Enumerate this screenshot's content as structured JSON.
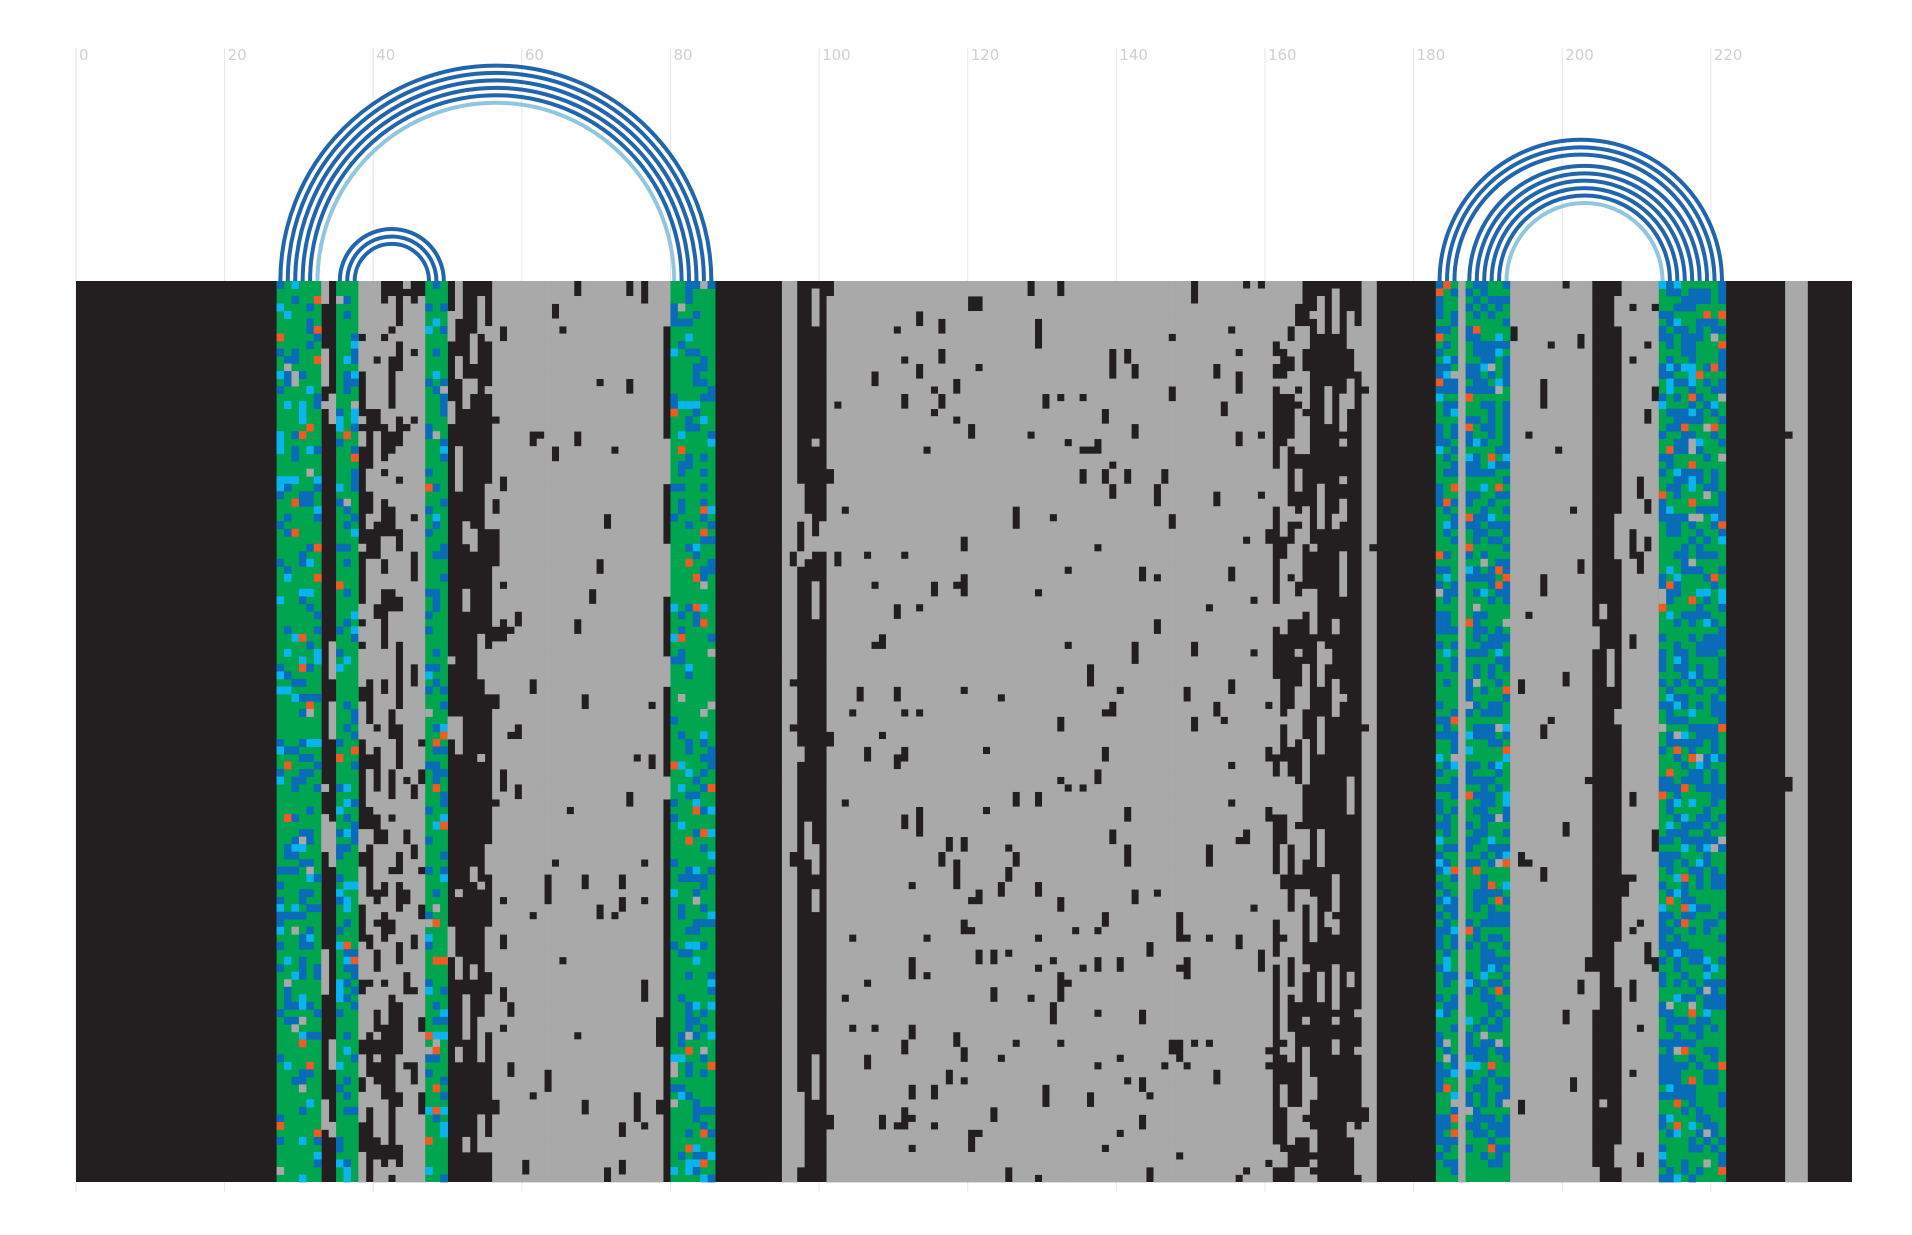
{
  "chart_data": {
    "type": "heatmap",
    "title": "",
    "xlabel": "",
    "ylabel": "",
    "xlim": [
      0,
      239
    ],
    "x_ticks": [
      0,
      20,
      40,
      60,
      80,
      100,
      120,
      140,
      160,
      180,
      200,
      220
    ],
    "x_tick_labels": [
      "0",
      "20",
      "40",
      "60",
      "80",
      "100",
      "120",
      "140",
      "160",
      "180",
      "200",
      "220"
    ],
    "grid": true,
    "colors": {
      "background": "#231f20",
      "gap": "#a9a9a9",
      "paired_base": "#00a550",
      "variant_a": "#0a6bb8",
      "variant_b": "#0ab4ef",
      "mismatch": "#f15a22",
      "arc_dark": "#2166ac",
      "arc_light": "#92c5de",
      "grid": "#e6e6e6",
      "tick_text": "#d0d0d0"
    },
    "arcs": [
      {
        "i": 27,
        "j": 85,
        "shade": "dark"
      },
      {
        "i": 28,
        "j": 84,
        "shade": "dark"
      },
      {
        "i": 29,
        "j": 83,
        "shade": "dark"
      },
      {
        "i": 30,
        "j": 82,
        "shade": "dark"
      },
      {
        "i": 31,
        "j": 81,
        "shade": "dark"
      },
      {
        "i": 32,
        "j": 80,
        "shade": "light"
      },
      {
        "i": 35,
        "j": 49,
        "shade": "dark"
      },
      {
        "i": 36,
        "j": 48,
        "shade": "dark"
      },
      {
        "i": 37,
        "j": 47,
        "shade": "dark"
      },
      {
        "i": 183,
        "j": 221,
        "shade": "dark"
      },
      {
        "i": 184,
        "j": 220,
        "shade": "dark"
      },
      {
        "i": 185,
        "j": 219,
        "shade": "dark"
      },
      {
        "i": 187,
        "j": 218,
        "shade": "dark"
      },
      {
        "i": 188,
        "j": 217,
        "shade": "dark"
      },
      {
        "i": 189,
        "j": 216,
        "shade": "dark"
      },
      {
        "i": 190,
        "j": 215,
        "shade": "dark"
      },
      {
        "i": 191,
        "j": 214,
        "shade": "dark"
      },
      {
        "i": 192,
        "j": 213,
        "shade": "light"
      }
    ],
    "alignment": {
      "n_rows": 120,
      "n_cols": 239,
      "paired_columns": [
        27,
        28,
        29,
        30,
        31,
        32,
        35,
        36,
        37,
        47,
        48,
        49,
        80,
        81,
        82,
        83,
        84,
        85,
        183,
        184,
        185,
        187,
        188,
        189,
        190,
        191,
        192,
        213,
        214,
        215,
        216,
        217,
        218,
        219,
        220,
        221
      ],
      "gap_profile": [
        {
          "from": 0,
          "to": 26,
          "fraction": 0.0
        },
        {
          "from": 27,
          "to": 37,
          "fraction": 0.08
        },
        {
          "from": 38,
          "to": 43,
          "fraction": 0.35
        },
        {
          "from": 44,
          "to": 46,
          "fraction": 0.75
        },
        {
          "from": 47,
          "to": 49,
          "fraction": 0.05
        },
        {
          "from": 50,
          "to": 55,
          "fraction": 0.08
        },
        {
          "from": 56,
          "to": 78,
          "fraction": 0.9
        },
        {
          "from": 79,
          "to": 85,
          "fraction": 0.05
        },
        {
          "from": 86,
          "to": 94,
          "fraction": 0.0
        },
        {
          "from": 95,
          "to": 96,
          "fraction": 0.98
        },
        {
          "from": 97,
          "to": 100,
          "fraction": 0.05
        },
        {
          "from": 101,
          "to": 160,
          "fraction": 0.88
        },
        {
          "from": 161,
          "to": 165,
          "fraction": 0.3
        },
        {
          "from": 166,
          "to": 172,
          "fraction": 0.08
        },
        {
          "from": 173,
          "to": 174,
          "fraction": 0.95
        },
        {
          "from": 175,
          "to": 182,
          "fraction": 0.0
        },
        {
          "from": 186,
          "to": 186,
          "fraction": 0.95
        },
        {
          "from": 193,
          "to": 203,
          "fraction": 0.9
        },
        {
          "from": 204,
          "to": 207,
          "fraction": 0.05
        },
        {
          "from": 208,
          "to": 212,
          "fraction": 0.85
        },
        {
          "from": 222,
          "to": 229,
          "fraction": 0.0
        },
        {
          "from": 230,
          "to": 232,
          "fraction": 0.97
        },
        {
          "from": 233,
          "to": 239,
          "fraction": 0.0
        }
      ]
    }
  }
}
